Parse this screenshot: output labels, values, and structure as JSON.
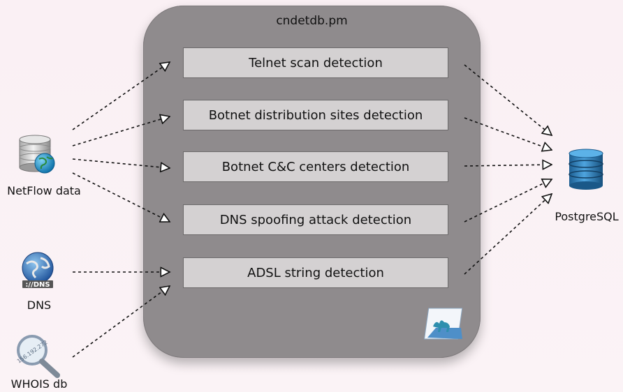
{
  "module": {
    "name": "cndetdb.pm"
  },
  "stages": [
    {
      "label": "Telnet scan detection"
    },
    {
      "label": "Botnet distribution sites detection"
    },
    {
      "label": "Botnet C&C centers detection"
    },
    {
      "label": "DNS spoofing attack detection"
    },
    {
      "label": "ADSL string detection"
    }
  ],
  "sources": [
    {
      "label": "NetFlow data",
      "icon": "database-globe-icon"
    },
    {
      "label": "DNS",
      "icon": "dns-globe-icon",
      "badge": "://DNS"
    },
    {
      "label": "WHOIS db",
      "icon": "magnifier-icon",
      "badge": "156.192.272"
    }
  ],
  "sink": {
    "label": "PostgreSQL",
    "icon": "database-icon"
  },
  "colors": {
    "panel": "#8f8b8d",
    "stage_fill": "#d4d1d2",
    "arrow": "#111111",
    "database_blue": "#2f7fb8"
  }
}
